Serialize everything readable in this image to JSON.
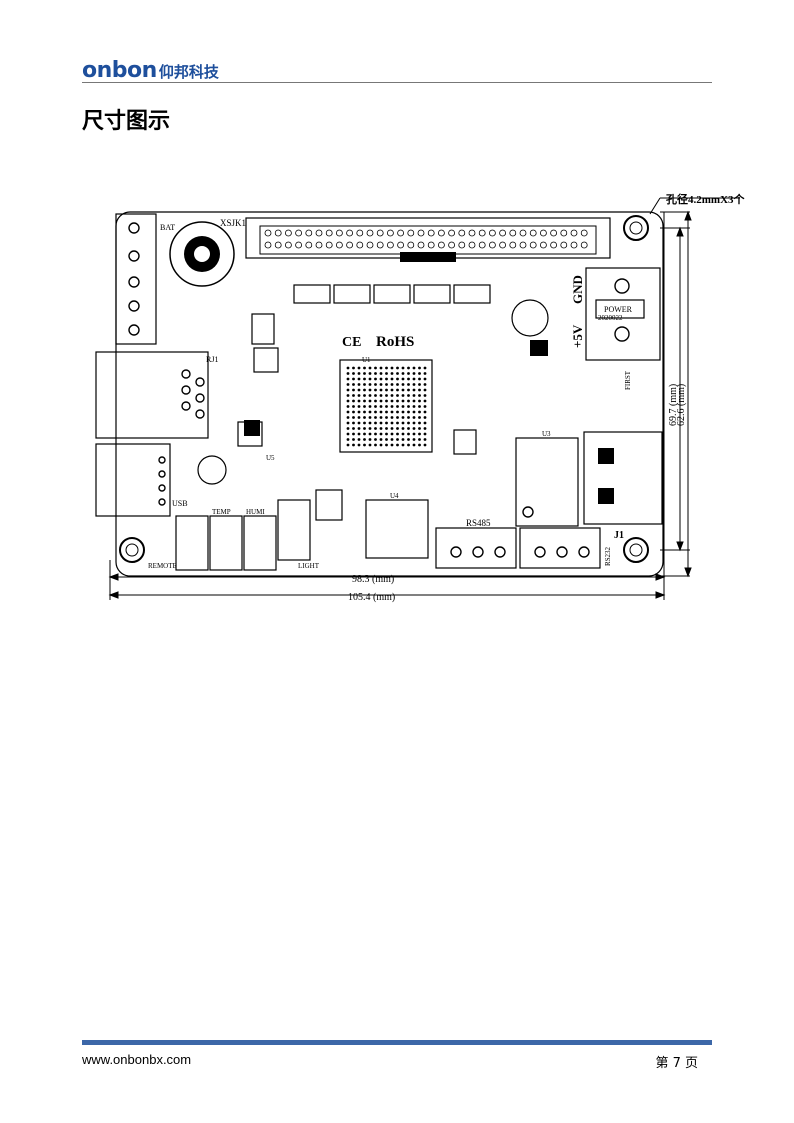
{
  "header": {
    "logo_word": "onbon",
    "logo_cn": "仰邦科技"
  },
  "section_title": "尺寸图示",
  "board": {
    "hole_note": "孔径4.2mmX3个",
    "dim_width_inner": "98.3 (mm)",
    "dim_width_outer": "105.4 (mm)",
    "dim_height_inner": "69.7 (mm)",
    "dim_height_outer": "62.6 (mm)",
    "labels": {
      "connector": "XSJK1",
      "bat": "BAT",
      "power": "POWER",
      "power_code": "2020022",
      "gnd": "GND",
      "plus5v": "+5V",
      "ce": "CE",
      "rohs": "RoHS",
      "rj1": "RJ1",
      "usb": "USB",
      "rs485": "RS485",
      "j1": "J1",
      "remote": "REMOTE",
      "temp": "TEMP",
      "humi": "HUMI",
      "light": "LIGHT",
      "u1": "U1",
      "u3": "U3",
      "u4": "U4",
      "u5": "U5",
      "rs232": "RS232",
      "first": "FIRST"
    }
  },
  "footer": {
    "url": "www.onbonbx.com",
    "page": "第 7 页"
  }
}
